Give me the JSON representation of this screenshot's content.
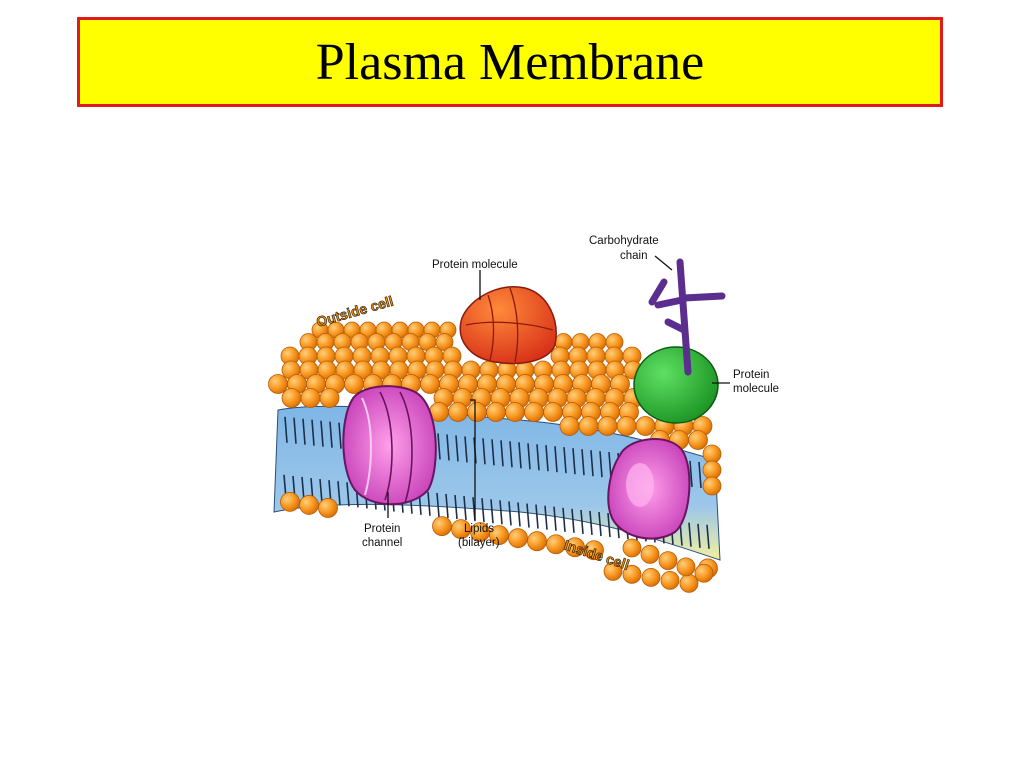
{
  "title": "Plasma Membrane",
  "labels": {
    "outside": "Outside cell",
    "inside": "Inside cell",
    "protein_top": "Protein molecule",
    "carb_1": "Carbohydrate",
    "carb_2": "chain",
    "protein_right_1": "Protein",
    "protein_right_2": "molecule",
    "channel_1": "Protein",
    "channel_2": "channel",
    "lipids_1": "Lipids",
    "lipids_2": "(bilayer)"
  },
  "colors": {
    "title_bg": "#ffff00",
    "title_border": "#e11a1a",
    "lipid_head": "#f7941d",
    "channel": "#d94fc8",
    "protein_red": "#e8401c",
    "protein_green": "#1fa52a",
    "carbohydrate": "#5b2d8e",
    "membrane_core": "#6aa5d8"
  }
}
